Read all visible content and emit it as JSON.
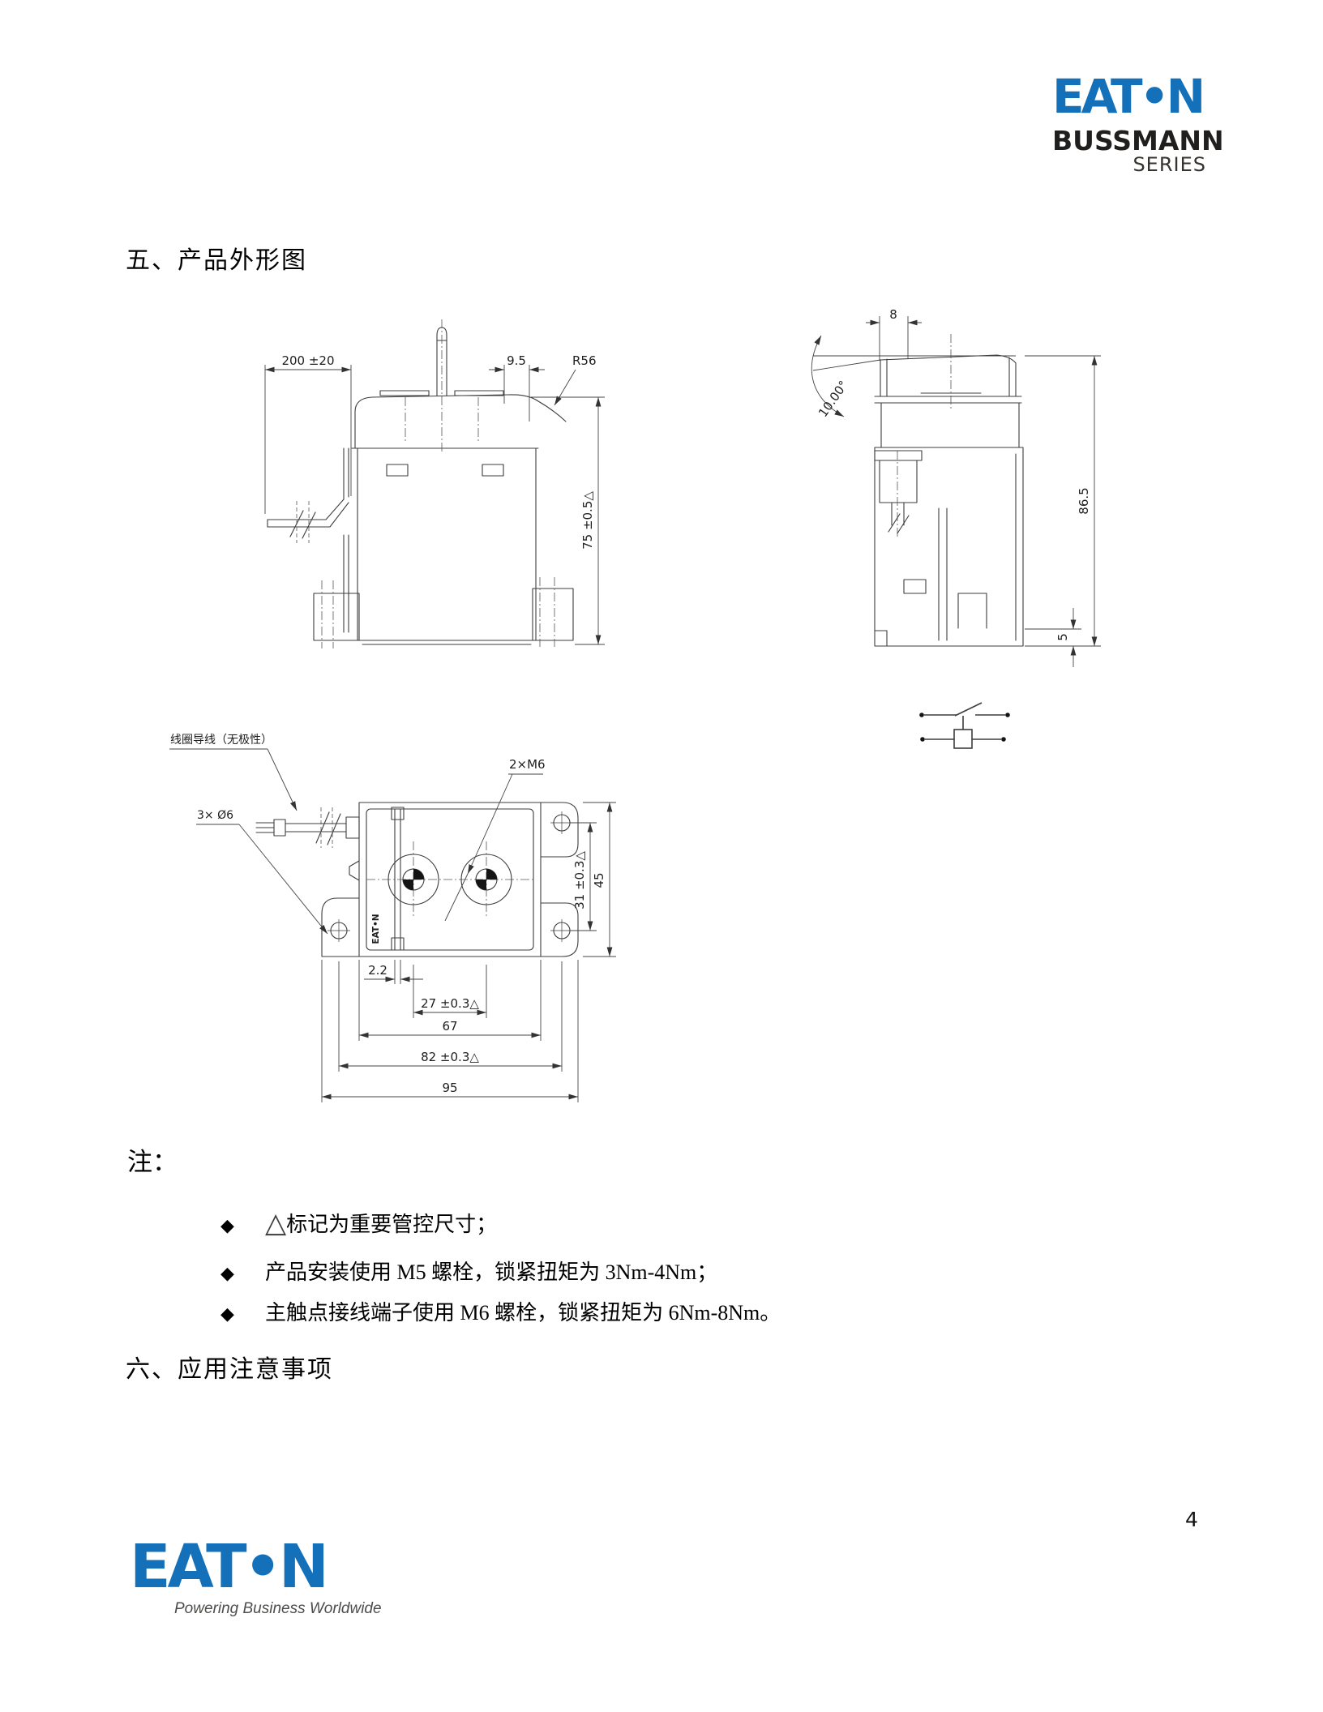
{
  "header": {
    "brand": "EAT•N",
    "division": "BUSSMANN",
    "series": "SERIES"
  },
  "section5": {
    "title": "五、产品外形图"
  },
  "section6": {
    "title": "六、应用注意事项"
  },
  "notes": {
    "label": "注：",
    "items": [
      {
        "bullet": "◆",
        "symbol": "△",
        "text": "标记为重要管控尺寸；"
      },
      {
        "bullet": "◆",
        "symbol": "",
        "text": "产品安装使用 M5 螺栓，锁紧扭矩为 3Nm-4Nm；"
      },
      {
        "bullet": "◆",
        "symbol": "",
        "text": "主触点接线端子使用 M6 螺栓，锁紧扭矩为 6Nm-8Nm。"
      }
    ]
  },
  "drawings": {
    "front": {
      "lead_length": "200 ±20",
      "top_gap": "9.5",
      "radius": "R56",
      "height": "75 ±0.5△"
    },
    "side": {
      "top_width": "8",
      "angle": "10.00°",
      "height": "86.5",
      "base_height": "5"
    },
    "bottom": {
      "coil_label": "线圈导线（无极性）",
      "holes_label": "3× Ø6",
      "terminal_label": "2×M6",
      "brand_mark": "EAT•N",
      "hole_pitch": "31 ±0.3△",
      "depth": "45",
      "divider": "2.2",
      "terminal_pitch": "27 ±0.3△",
      "body_width": "67",
      "mount_pitch": "82 ±0.3△",
      "overall_width": "95"
    }
  },
  "footer": {
    "brand": "EAT•N",
    "tagline": "Powering Business Worldwide",
    "page_number": "4"
  },
  "colors": {
    "brand_blue": "#1470b8"
  }
}
